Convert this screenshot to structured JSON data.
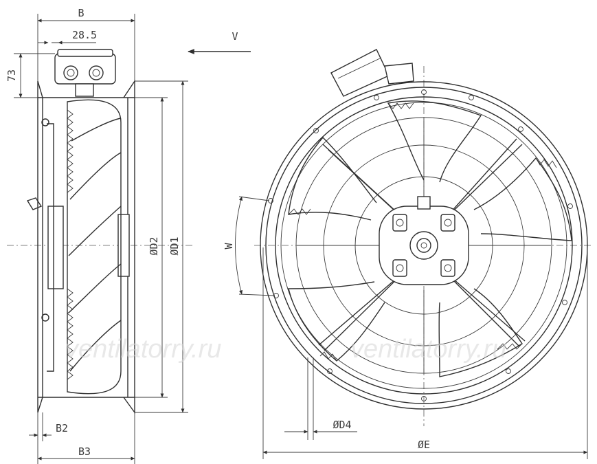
{
  "labels": {
    "b": "B",
    "dim_28_5": "28.5",
    "dim_73": "73",
    "v": "V",
    "d2": "ØD2",
    "d1": "ØD1",
    "w": "W",
    "d4": "ØD4",
    "e": "ØE",
    "b2": "B2",
    "b3": "B3"
  },
  "watermark": {
    "left": "ventilatorry.ru",
    "right": "ventilatorry.ru"
  }
}
